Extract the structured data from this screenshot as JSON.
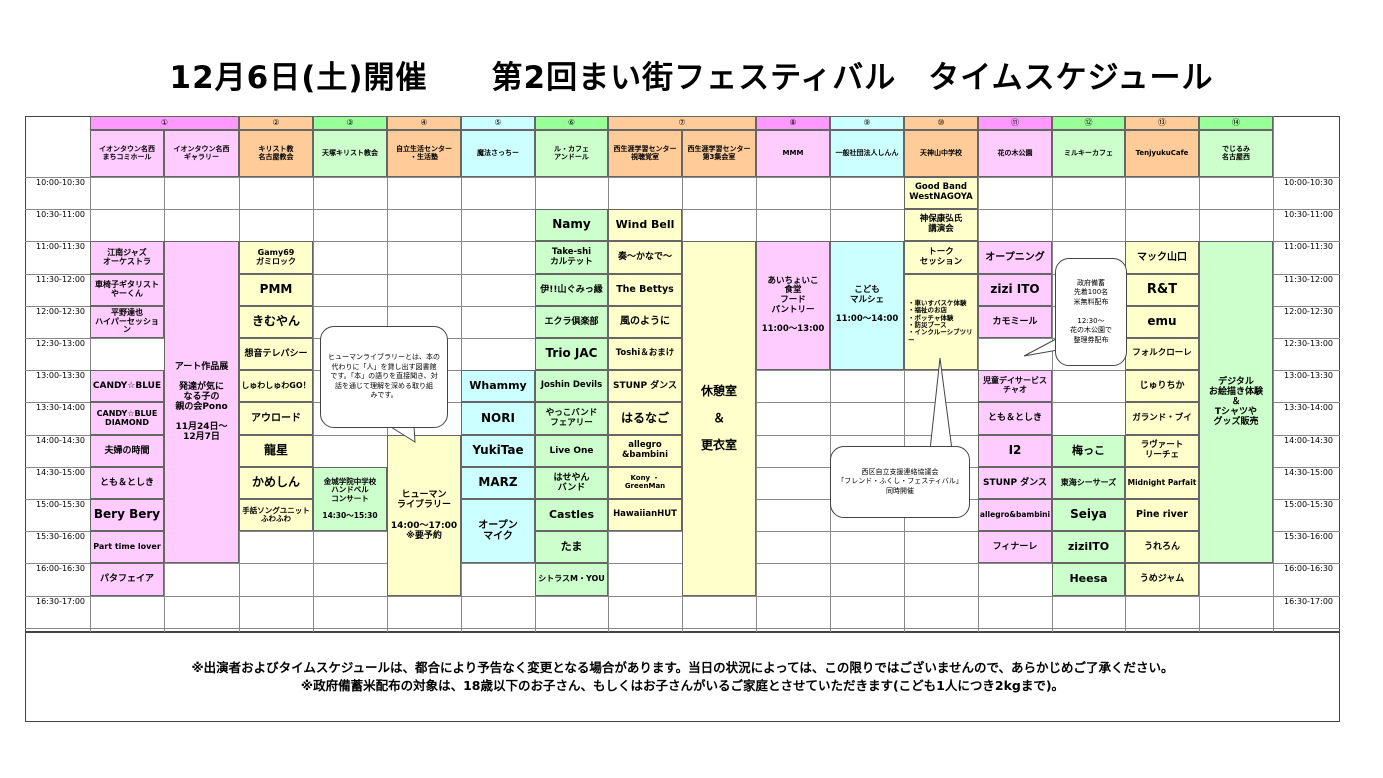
{
  "title": "12月6日(土)開催　　第2回まい街フェスティバル　タイムスケジュール",
  "colors": {
    "pink": "#FFCCFF",
    "green": "#CCFFCC",
    "orange": "#FFCC99",
    "cyan": "#CCFFFF",
    "yellow": "#FFFFCC",
    "magenta": "#FF99FF",
    "lime": "#99FF99",
    "tan": "#FFCC99"
  },
  "venues": [
    {
      "number": "①",
      "span": 2,
      "color": "magenta"
    },
    {
      "number": "②",
      "span": 1,
      "color": "orange"
    },
    {
      "number": "③",
      "span": 1,
      "color": "lime"
    },
    {
      "number": "④",
      "span": 1,
      "color": "orange"
    },
    {
      "number": "⑤",
      "span": 1,
      "color": "cyan"
    },
    {
      "number": "⑥",
      "span": 1,
      "color": "lime"
    },
    {
      "number": "⑦",
      "span": 2,
      "color": "orange"
    },
    {
      "number": "⑧",
      "span": 1,
      "color": "magenta"
    },
    {
      "number": "⑨",
      "span": 1,
      "color": "cyan"
    },
    {
      "number": "⑩",
      "span": 1,
      "color": "orange"
    },
    {
      "number": "⑪",
      "span": 1,
      "color": "magenta"
    },
    {
      "number": "⑫",
      "span": 1,
      "color": "lime"
    },
    {
      "number": "⑬",
      "span": 1,
      "color": "orange"
    },
    {
      "number": "⑭",
      "span": 1,
      "color": "lime"
    }
  ],
  "subvenues": [
    {
      "name": "イオンタウン名西\nまちコミホール",
      "color": "pink"
    },
    {
      "name": "イオンタウン名西\nギャラリー",
      "color": "pink"
    },
    {
      "name": "キリスト教\n名古屋教会",
      "color": "tan"
    },
    {
      "name": "天塚キリスト教会",
      "color": "green"
    },
    {
      "name": "自立生活センター\n・生活塾",
      "color": "tan"
    },
    {
      "name": "魔法さっちー",
      "color": "cyan"
    },
    {
      "name": "ル・カフェ\nアンドール",
      "color": "green"
    },
    {
      "name": "西生涯学習センター\n視聴覚室",
      "color": "tan"
    },
    {
      "name": "西生涯学習センター\n第3集会室",
      "color": "tan"
    },
    {
      "name": "MMM",
      "color": "pink"
    },
    {
      "name": "一般社団法人しんん",
      "color": "cyan"
    },
    {
      "name": "天神山中学校",
      "color": "tan"
    },
    {
      "name": "花の木公園",
      "color": "pink"
    },
    {
      "name": "ミルキーカフェ",
      "color": "green"
    },
    {
      "name": "TenjyukuCafe",
      "color": "tan"
    },
    {
      "name": "でじるみ\n名古屋西",
      "color": "green"
    }
  ],
  "time_slots": [
    "10:00-10:30",
    "10:30-11:00",
    "11:00-11:30",
    "11:30-12:00",
    "12:00-12:30",
    "12:30-13:00",
    "13:00-13:30",
    "13:30-14:00",
    "14:00-14:30",
    "14:30-15:00",
    "15:00-15:30",
    "15:30-16:00",
    "16:00-16:30",
    "16:30-17:00"
  ],
  "events": [
    {
      "col": 0,
      "row": 2,
      "span": 1,
      "text": "江南ジャズ\nオーケストラ",
      "color": "pink",
      "size": 8
    },
    {
      "col": 0,
      "row": 3,
      "span": 1,
      "text": "車椅子ギタリスト\nやーくん",
      "color": "pink",
      "size": 8
    },
    {
      "col": 0,
      "row": 4,
      "span": 1,
      "text": "平野達也\nハイパーセッション",
      "color": "pink",
      "size": 8
    },
    {
      "col": 0,
      "row": 6,
      "span": 1,
      "text": "CANDY☆BLUE",
      "color": "pink",
      "size": 9
    },
    {
      "col": 0,
      "row": 7,
      "span": 1,
      "text": "CANDY☆BLUE\nDIAMOND",
      "color": "pink",
      "size": 8
    },
    {
      "col": 0,
      "row": 8,
      "span": 1,
      "text": "夫婦の時間",
      "color": "pink",
      "size": 9
    },
    {
      "col": 0,
      "row": 9,
      "span": 1,
      "text": "とも＆としき",
      "color": "pink",
      "size": 9
    },
    {
      "col": 0,
      "row": 10,
      "span": 1,
      "text": "Bery Bery",
      "color": "pink",
      "size": 12
    },
    {
      "col": 0,
      "row": 11,
      "span": 1,
      "text": "Part time lover",
      "color": "pink",
      "size": 8
    },
    {
      "col": 0,
      "row": 12,
      "span": 1,
      "text": "パタフェイア",
      "color": "pink",
      "size": 9
    },
    {
      "col": 1,
      "row": 2,
      "span": 10,
      "text": "アート作品展\n\n発達が気に\nなる子の\n親の会Pono\n\n11月24日～\n12月7日",
      "color": "pink",
      "size": 9
    },
    {
      "col": 2,
      "row": 2,
      "span": 1,
      "text": "Gamy69\nガミロック",
      "color": "yellow",
      "size": 8
    },
    {
      "col": 2,
      "row": 3,
      "span": 1,
      "text": "PMM",
      "color": "yellow",
      "size": 12
    },
    {
      "col": 2,
      "row": 4,
      "span": 1,
      "text": "きむやん",
      "color": "yellow",
      "size": 12
    },
    {
      "col": 2,
      "row": 5,
      "span": 1,
      "text": "想音テレパシー",
      "color": "yellow",
      "size": 9
    },
    {
      "col": 2,
      "row": 6,
      "span": 1,
      "text": "しゅわしゅわGO！",
      "color": "yellow",
      "size": 8
    },
    {
      "col": 2,
      "row": 7,
      "span": 1,
      "text": "アウロード",
      "color": "yellow",
      "size": 10
    },
    {
      "col": 2,
      "row": 8,
      "span": 1,
      "text": "龍星",
      "color": "yellow",
      "size": 12
    },
    {
      "col": 2,
      "row": 9,
      "span": 1,
      "text": "かめしん",
      "color": "yellow",
      "size": 12
    },
    {
      "col": 2,
      "row": 10,
      "span": 1,
      "text": "手話ソングユニット\nふわふわ",
      "color": "yellow",
      "size": 7.5
    },
    {
      "col": 3,
      "row": 9,
      "span": 2,
      "text": "金城学院中学校\nハンドベル\nコンサート\n\n14:30～15:30",
      "color": "green",
      "size": 7.5
    },
    {
      "col": 4,
      "row": 8,
      "span": 5,
      "text": "ヒューマン\nライブラリー\n\n14:00～17:00\n※要予約",
      "color": "yellow",
      "size": 9
    },
    {
      "col": 5,
      "row": 6,
      "span": 1,
      "text": "Whammy",
      "color": "cyan",
      "size": 11
    },
    {
      "col": 5,
      "row": 7,
      "span": 1,
      "text": "NORI",
      "color": "cyan",
      "size": 12
    },
    {
      "col": 5,
      "row": 8,
      "span": 1,
      "text": "YukiTae",
      "color": "cyan",
      "size": 12
    },
    {
      "col": 5,
      "row": 9,
      "span": 1,
      "text": "MARZ",
      "color": "cyan",
      "size": 12
    },
    {
      "col": 5,
      "row": 10,
      "span": 2,
      "text": "オープン\nマイク",
      "color": "cyan",
      "size": 10
    },
    {
      "col": 6,
      "row": 1,
      "span": 1,
      "text": "Namy",
      "color": "green",
      "size": 12
    },
    {
      "col": 6,
      "row": 2,
      "span": 1,
      "text": "Take-shi\nカルテット",
      "color": "green",
      "size": 8.5
    },
    {
      "col": 6,
      "row": 3,
      "span": 1,
      "text": "伊!!山ぐみっ縁",
      "color": "green",
      "size": 9
    },
    {
      "col": 6,
      "row": 4,
      "span": 1,
      "text": "エクラ倶楽部",
      "color": "green",
      "size": 9
    },
    {
      "col": 6,
      "row": 5,
      "span": 1,
      "text": "Trio JAC",
      "color": "green",
      "size": 12
    },
    {
      "col": 6,
      "row": 6,
      "span": 1,
      "text": "Joshin Devils",
      "color": "green",
      "size": 8.5
    },
    {
      "col": 6,
      "row": 7,
      "span": 1,
      "text": "やっこバンド\nフェアリー",
      "color": "green",
      "size": 8.5
    },
    {
      "col": 6,
      "row": 8,
      "span": 1,
      "text": "Live One",
      "color": "green",
      "size": 9
    },
    {
      "col": 6,
      "row": 9,
      "span": 1,
      "text": "はせやん\nバンド",
      "color": "green",
      "size": 9
    },
    {
      "col": 6,
      "row": 10,
      "span": 1,
      "text": "Castles",
      "color": "green",
      "size": 11
    },
    {
      "col": 6,
      "row": 11,
      "span": 1,
      "text": "たま",
      "color": "green",
      "size": 11
    },
    {
      "col": 6,
      "row": 12,
      "span": 1,
      "text": "シトラスM・YOU",
      "color": "green",
      "size": 8
    },
    {
      "col": 7,
      "row": 1,
      "span": 1,
      "text": "Wind Bell",
      "color": "yellow",
      "size": 11
    },
    {
      "col": 7,
      "row": 2,
      "span": 1,
      "text": "奏～かなで～",
      "color": "yellow",
      "size": 9
    },
    {
      "col": 7,
      "row": 3,
      "span": 1,
      "text": "The Bettys",
      "color": "yellow",
      "size": 9.5
    },
    {
      "col": 7,
      "row": 4,
      "span": 1,
      "text": "風のように",
      "color": "yellow",
      "size": 10
    },
    {
      "col": 7,
      "row": 5,
      "span": 1,
      "text": "Toshi＆おまけ",
      "color": "yellow",
      "size": 8.5
    },
    {
      "col": 7,
      "row": 6,
      "span": 1,
      "text": "STUNP ダンス",
      "color": "yellow",
      "size": 9
    },
    {
      "col": 7,
      "row": 7,
      "span": 1,
      "text": "はるなご",
      "color": "yellow",
      "size": 12
    },
    {
      "col": 7,
      "row": 8,
      "span": 1,
      "text": "allegro\n&bambini",
      "color": "yellow",
      "size": 8.5
    },
    {
      "col": 7,
      "row": 9,
      "span": 1,
      "text": "Kony ・ GreenMan",
      "color": "yellow",
      "size": 7
    },
    {
      "col": 7,
      "row": 10,
      "span": 1,
      "text": "HawaiianHUT",
      "color": "yellow",
      "size": 8.5
    },
    {
      "col": 8,
      "row": 2,
      "span": 11,
      "text": "休憩室\n\n＆\n\n更衣室",
      "color": "yellow",
      "size": 12
    },
    {
      "col": 9,
      "row": 2,
      "span": 4,
      "text": "あいちょいこ\n食堂\nフード\nパントリー\n\n11:00～13:00",
      "color": "pink",
      "size": 8.5
    },
    {
      "col": 10,
      "row": 2,
      "span": 4,
      "text": "こども\nマルシェ\n\n11:00～14:00",
      "color": "cyan",
      "size": 8.5
    },
    {
      "col": 11,
      "row": 0,
      "span": 1,
      "text": "Good Band\nWestNAGOYA",
      "color": "yellow",
      "size": 8.5
    },
    {
      "col": 11,
      "row": 1,
      "span": 1,
      "text": "神保康弘氏\n講演会",
      "color": "yellow",
      "size": 8.5
    },
    {
      "col": 11,
      "row": 2,
      "span": 1,
      "text": "トーク\nセッション",
      "color": "yellow",
      "size": 8.5
    },
    {
      "col": 11,
      "row": 3,
      "span": 3,
      "text": "・車いすバスケ体験\n・福祉のお店\n・ボッチャ体験\n・防災ブース\n・インクルーシブツリー",
      "color": "yellow",
      "size": 6.5,
      "align": "left"
    },
    {
      "col": 12,
      "row": 2,
      "span": 1,
      "text": "オープニング",
      "color": "pink",
      "size": 10
    },
    {
      "col": 12,
      "row": 3,
      "span": 1,
      "text": "zizi ITO",
      "color": "pink",
      "size": 12
    },
    {
      "col": 12,
      "row": 4,
      "span": 1,
      "text": "カモミール",
      "color": "pink",
      "size": 9
    },
    {
      "col": 12,
      "row": 6,
      "span": 1,
      "text": "児童デイサービス\nチャオ",
      "color": "pink",
      "size": 8
    },
    {
      "col": 12,
      "row": 7,
      "span": 1,
      "text": "とも＆としき",
      "color": "pink",
      "size": 9
    },
    {
      "col": 12,
      "row": 8,
      "span": 1,
      "text": "I2",
      "color": "pink",
      "size": 12
    },
    {
      "col": 12,
      "row": 9,
      "span": 1,
      "text": "STUNP ダンス",
      "color": "pink",
      "size": 9
    },
    {
      "col": 12,
      "row": 10,
      "span": 1,
      "text": "allegro&bambini",
      "color": "pink",
      "size": 7.5
    },
    {
      "col": 12,
      "row": 11,
      "span": 1,
      "text": "フィナーレ",
      "color": "pink",
      "size": 9
    },
    {
      "col": 13,
      "row": 8,
      "span": 1,
      "text": "梅っこ",
      "color": "green",
      "size": 11
    },
    {
      "col": 13,
      "row": 9,
      "span": 1,
      "text": "東海シーサーズ",
      "color": "green",
      "size": 8
    },
    {
      "col": 13,
      "row": 10,
      "span": 1,
      "text": "Seiya",
      "color": "green",
      "size": 12
    },
    {
      "col": 13,
      "row": 11,
      "span": 1,
      "text": "ziziITO",
      "color": "green",
      "size": 11
    },
    {
      "col": 13,
      "row": 12,
      "span": 1,
      "text": "Heesa",
      "color": "green",
      "size": 11
    },
    {
      "col": 14,
      "row": 2,
      "span": 1,
      "text": "マック山口",
      "color": "yellow",
      "size": 10
    },
    {
      "col": 14,
      "row": 3,
      "span": 1,
      "text": "R&T",
      "color": "yellow",
      "size": 13
    },
    {
      "col": 14,
      "row": 4,
      "span": 1,
      "text": "emu",
      "color": "yellow",
      "size": 12
    },
    {
      "col": 14,
      "row": 5,
      "span": 1,
      "text": "フォルクローレ",
      "color": "yellow",
      "size": 8.5
    },
    {
      "col": 14,
      "row": 6,
      "span": 1,
      "text": "じゅりちか",
      "color": "yellow",
      "size": 9
    },
    {
      "col": 14,
      "row": 7,
      "span": 1,
      "text": "ガランド・ブイ",
      "color": "yellow",
      "size": 8.5
    },
    {
      "col": 14,
      "row": 8,
      "span": 1,
      "text": "ラヴァート\nリーチェ",
      "color": "yellow",
      "size": 8.5
    },
    {
      "col": 14,
      "row": 9,
      "span": 1,
      "text": "Midnight Parfait",
      "color": "yellow",
      "size": 7.5
    },
    {
      "col": 14,
      "row": 10,
      "span": 1,
      "text": "Pine river",
      "color": "yellow",
      "size": 9.5
    },
    {
      "col": 14,
      "row": 11,
      "span": 1,
      "text": "うれろん",
      "color": "yellow",
      "size": 9
    },
    {
      "col": 14,
      "row": 12,
      "span": 1,
      "text": "うめジャム",
      "color": "yellow",
      "size": 9
    },
    {
      "col": 15,
      "row": 2,
      "span": 10,
      "text": "デジタル\nお絵描き体験\n＆\nTシャツや\nグッズ販売",
      "color": "green",
      "size": 9
    }
  ],
  "bubbles": [
    {
      "name": "bubble-human-library",
      "text": "ヒューマンライブラリーとは、本の\n代わりに「人」を貸し出す図書館\nです。「本」の語りを直接聞き、対\n話を通じて理解を深める取り組\nみです。"
    },
    {
      "name": "bubble-rice-distribution",
      "text": "政府備蓄\n先着100名\n米無料配布\n\n12:30～\n花の木公園で\n整理券配布"
    },
    {
      "name": "bubble-friend-festival",
      "text": "西区自立支援連絡協議会\n「フレンド・ふくし・フェスティバル」\n同時開催"
    }
  ],
  "notes": [
    "※出演者およびタイムスケジュールは、都合により予告なく変更となる場合があります。当日の状況によっては、この限りではございませんので、あらかじめご了承ください。",
    "※政府備蓄米配布の対象は、18歳以下のお子さん、もしくはお子さんがいるご家庭とさせていただきます(こども1人につき2kgまで)。"
  ]
}
